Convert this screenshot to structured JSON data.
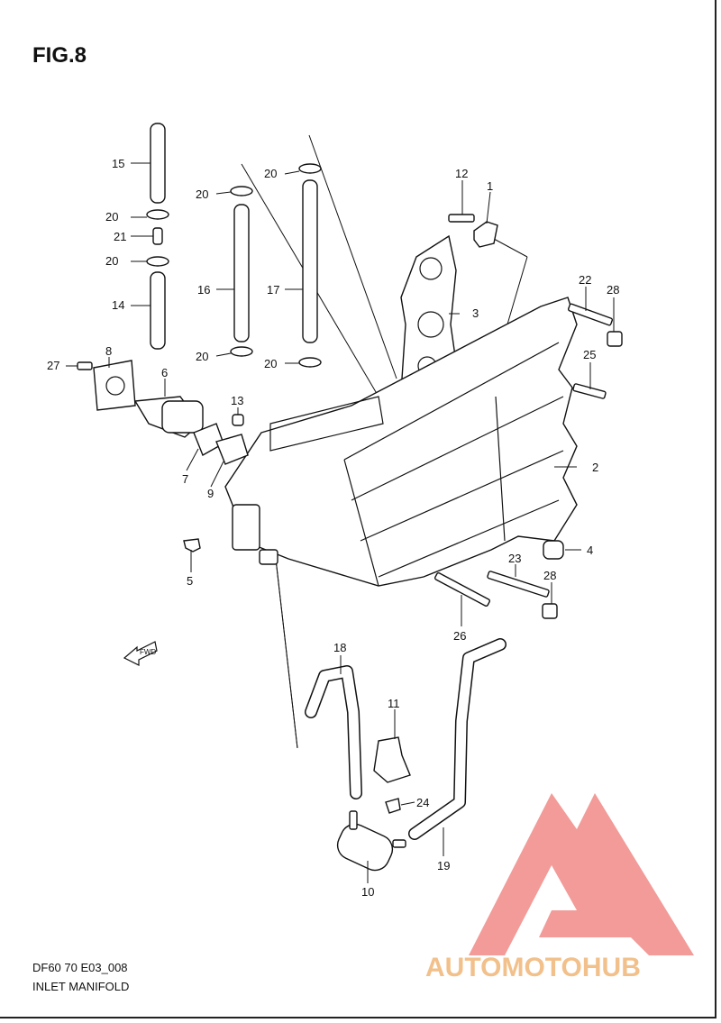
{
  "figure": {
    "title": "FIG.8",
    "code": "DF60 70 E03_008",
    "caption": "INLET MANIFOLD"
  },
  "fwd_label": "FWD",
  "watermark": {
    "brand": "AUTOMOTOHUB",
    "colors": {
      "triangle": "#f08a86",
      "auto": "#f2c08a",
      "moto": "#ee8a86",
      "hub": "#8a8a8a"
    }
  },
  "callouts": [
    "1",
    "2",
    "3",
    "4",
    "5",
    "6",
    "7",
    "8",
    "9",
    "10",
    "11",
    "12",
    "13",
    "14",
    "15",
    "16",
    "17",
    "18",
    "19",
    "20",
    "20",
    "20",
    "20",
    "20",
    "20",
    "21",
    "22",
    "23",
    "24",
    "25",
    "26",
    "27",
    "28",
    "28"
  ]
}
